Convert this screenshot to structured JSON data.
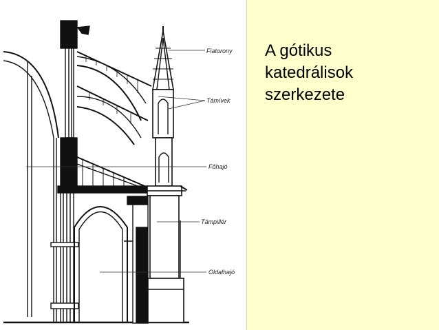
{
  "title": {
    "line1": "A gótikus",
    "line2": "katedrálisok",
    "line3": "szerkezete"
  },
  "diagram": {
    "labels": {
      "pinnacle": "Fiatorony",
      "flying_buttresses": "Támívek",
      "nave": "Főhajó",
      "buttress_pier": "Támpillér",
      "aisle": "Oldalhajó"
    }
  },
  "colors": {
    "background": "#ffffcc",
    "drawing_bg": "#ffffff",
    "ink": "#111111"
  }
}
